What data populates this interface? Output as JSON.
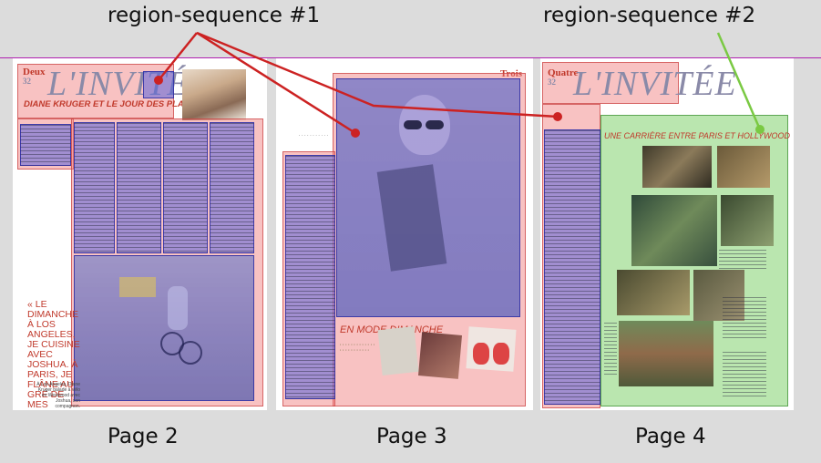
{
  "labels": {
    "seq1": "region-sequence #1",
    "seq2": "region-sequence #2",
    "page2": "Page 2",
    "page3": "Page 3",
    "page4": "Page 4"
  },
  "page2": {
    "folio": "Deux",
    "folio_num": "32",
    "section_title": "L'INVITÉE",
    "headline": "DIANE KRUGER ET LE JOUR DES PLAISIRS",
    "pull_quote": "« LE DIMANCHE À LOS ANGELES, JE CUISINE AVEC JOSHUA. À PARIS, JE FLÂNE AU GRÉ DE MES ENVIES »",
    "caption": "À Los Angeles, Diane Kruger balade à vélo en Westwood avec Joshua, son compagnon."
  },
  "page3": {
    "folio": "Trois",
    "feature_title": "EN MODE DIMANCHE"
  },
  "page4": {
    "folio": "Quatre",
    "folio_num": "32",
    "section_title": "L'INVITÉE",
    "feature_title": "UNE CARRIÈRE ENTRE PARIS ET HOLLYWOOD"
  },
  "colors": {
    "sequence1_line": "#cc2222",
    "sequence2_line": "#7ac943",
    "region_red": "#f07878",
    "region_blue": "#5a64dc",
    "region_green": "#82d26e",
    "guide_line": "#b020b0"
  }
}
